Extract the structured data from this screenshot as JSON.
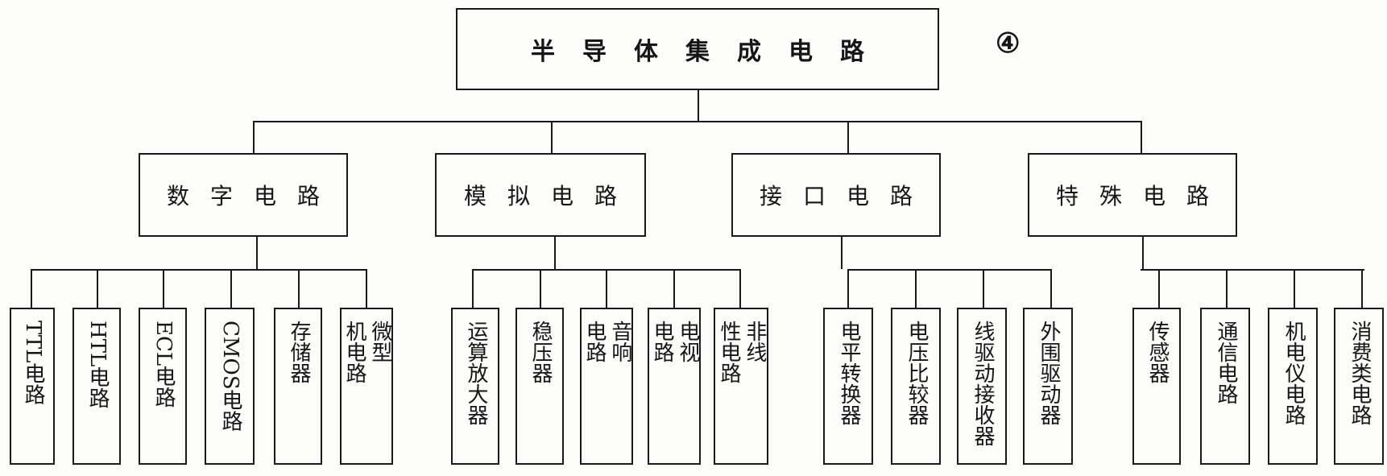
{
  "root": {
    "label": "半导体集成电路",
    "marker": "④"
  },
  "categories": [
    {
      "label": "数字电路",
      "children": [
        {
          "label": "TTL电路",
          "sideways": true
        },
        {
          "label": "HTL电路",
          "sideways": true
        },
        {
          "label": "ECL电路",
          "sideways": true
        },
        {
          "label": "CMOS电路",
          "sideways": true
        },
        {
          "label": "存储器"
        },
        {
          "label": "微型机电路",
          "cols": [
            "微型",
            "机电路"
          ]
        }
      ]
    },
    {
      "label": "模拟电路",
      "children": [
        {
          "label": "运算放大器"
        },
        {
          "label": "稳压器"
        },
        {
          "label": "音响电路",
          "cols": [
            "音响",
            "电路"
          ]
        },
        {
          "label": "电视电路",
          "cols": [
            "电视",
            "电路"
          ]
        },
        {
          "label": "非线性电路",
          "cols": [
            "非线",
            "性电路"
          ]
        }
      ]
    },
    {
      "label": "接口电路",
      "children": [
        {
          "label": "电平转换器"
        },
        {
          "label": "电压比较器"
        },
        {
          "label": "线驱动接收器"
        },
        {
          "label": "外围驱动器"
        }
      ]
    },
    {
      "label": "特殊电路",
      "children": [
        {
          "label": "传感器"
        },
        {
          "label": "通信电路"
        },
        {
          "label": "机电仪电路"
        },
        {
          "label": "消费类电路"
        }
      ]
    }
  ]
}
